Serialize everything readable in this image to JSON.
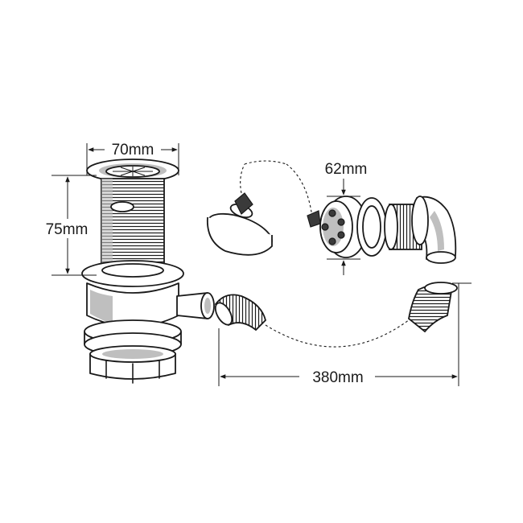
{
  "dimensions": {
    "width_top": "70mm",
    "height_body": "75mm",
    "flange_diameter": "62mm",
    "pipe_length": "380mm"
  },
  "colors": {
    "line": "#1a1a1a",
    "shade": "#bfbfbf",
    "background": "#ffffff"
  }
}
